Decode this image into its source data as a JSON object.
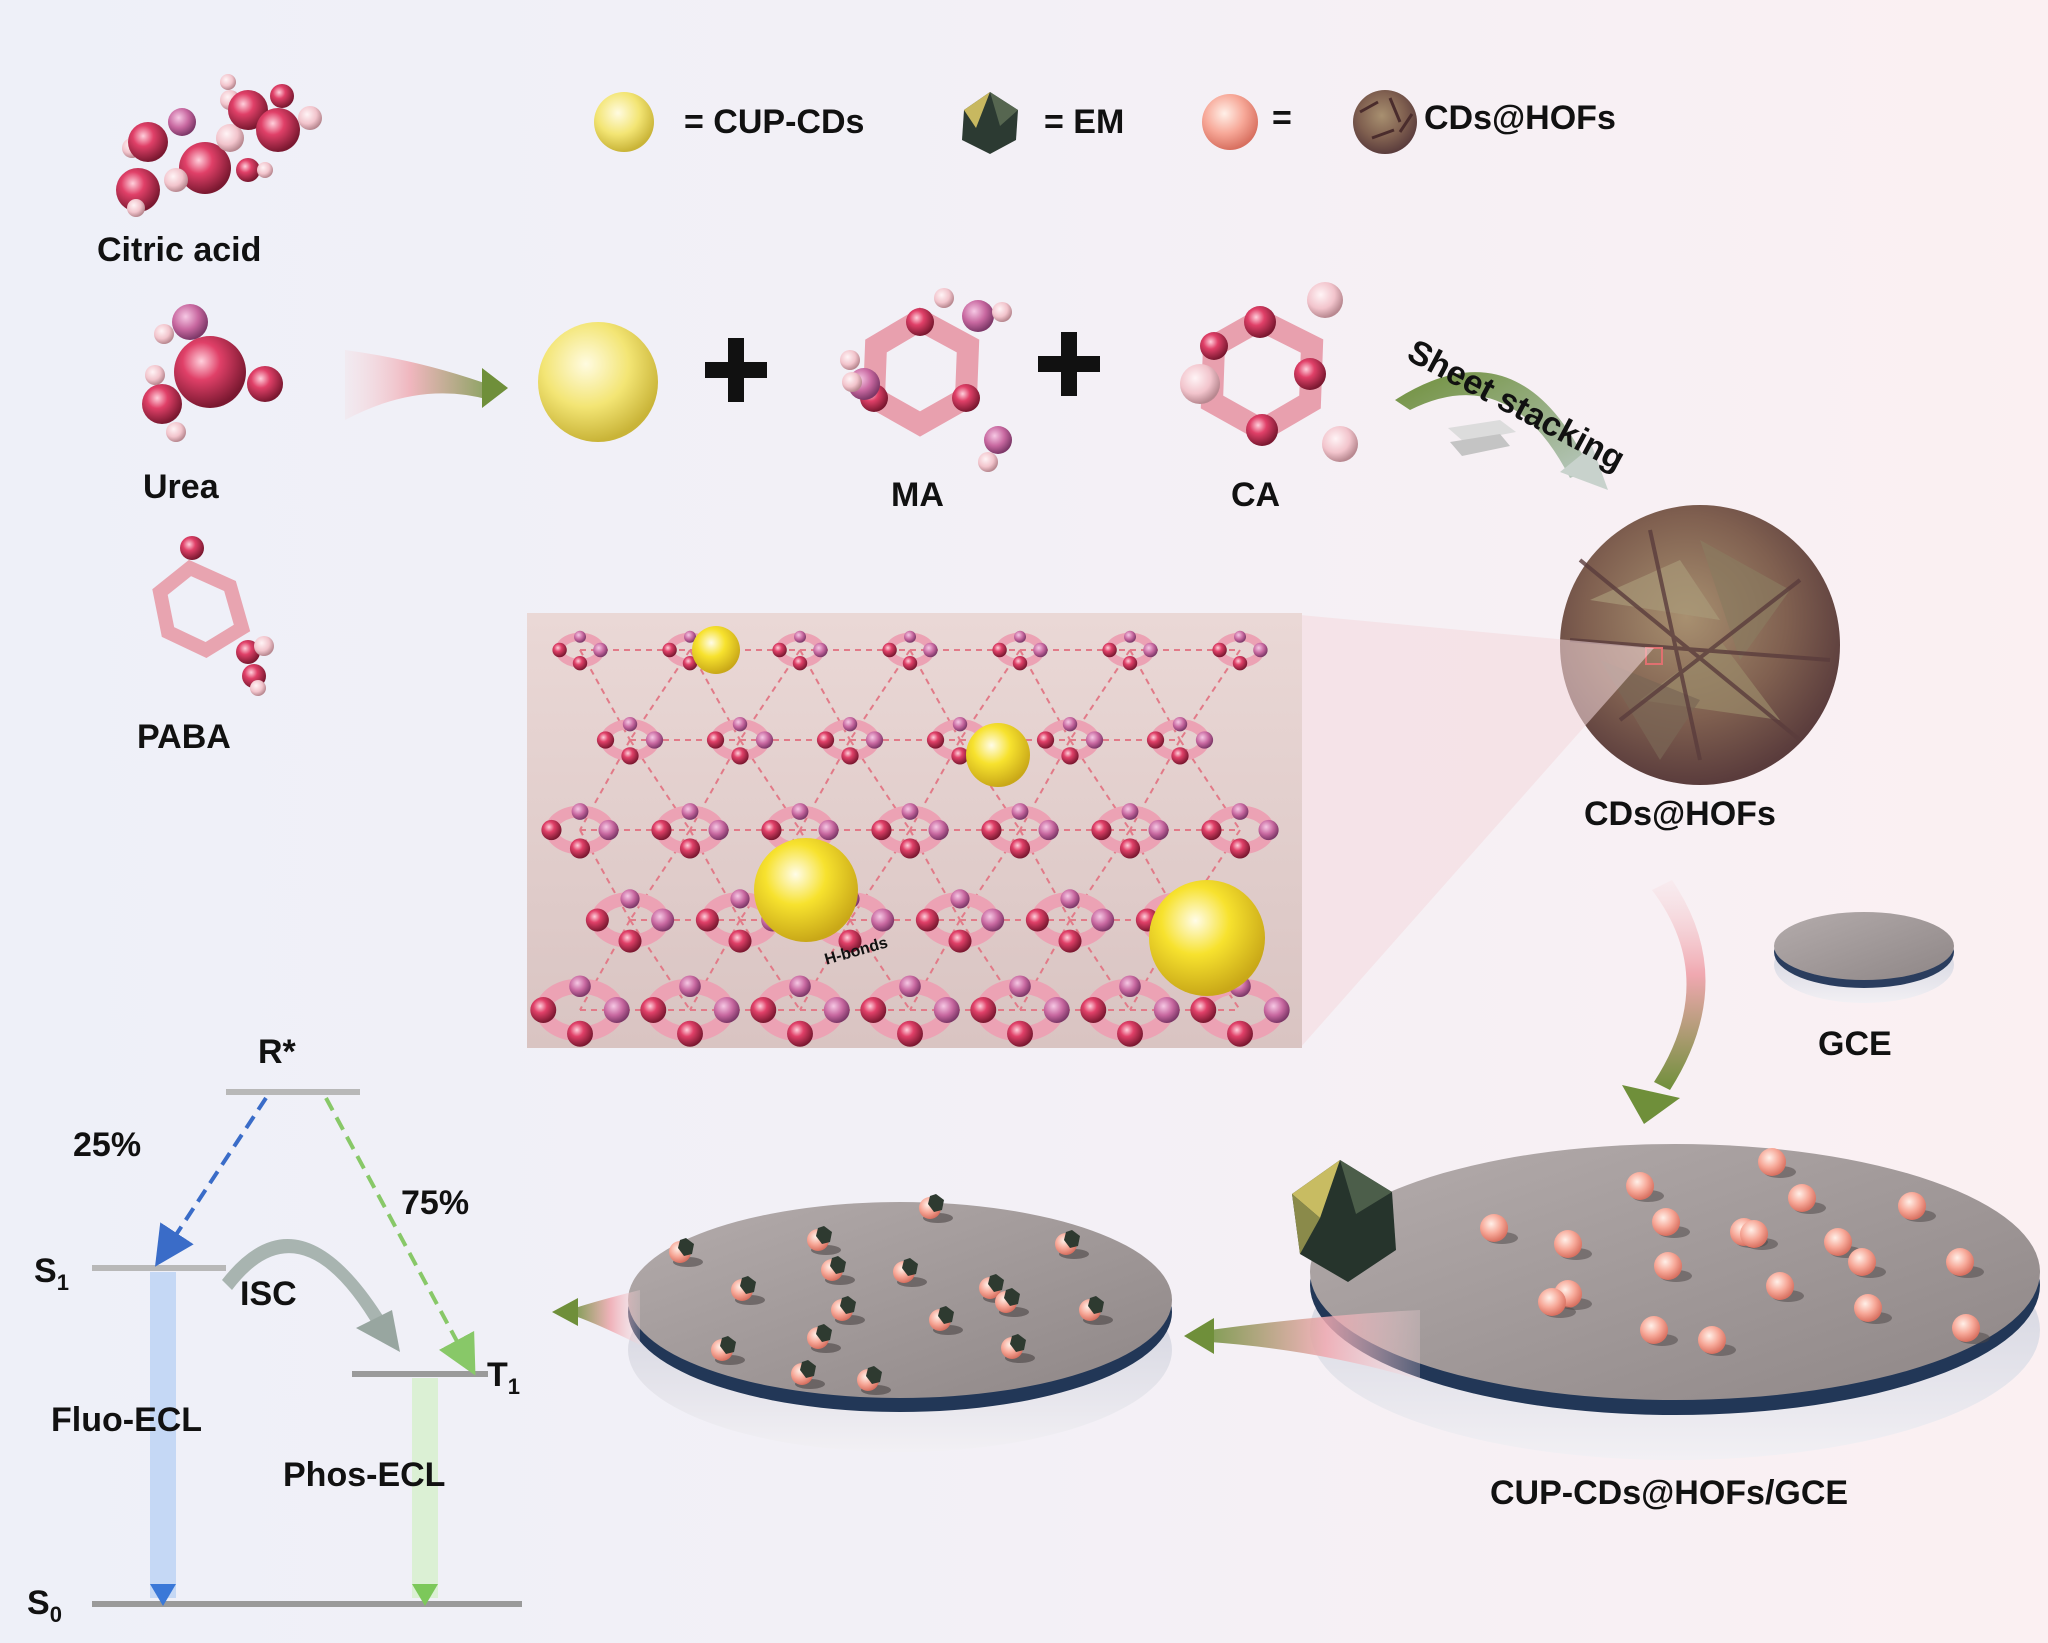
{
  "legend": {
    "cd_label": "= CUP-CDs",
    "em_label": "= EM",
    "eq": "=",
    "hof_label": "CDs@HOFs"
  },
  "precursors": {
    "citric_acid": "Citric acid",
    "urea": "Urea",
    "paba": "PABA"
  },
  "reactants": {
    "ma": "MA",
    "ca": "CA",
    "sheet_stacking": "Sheet stacking"
  },
  "zoom": {
    "hbond_label": "H-bonds"
  },
  "product": {
    "cds_hofs": "CDs@HOFs",
    "gce": "GCE",
    "modified_electrode": "CUP-CDs@HOFs/GCE"
  },
  "energy": {
    "r_star": "R*",
    "s1": "S",
    "s1_sub": "1",
    "s0": "S",
    "s0_sub": "0",
    "t1": "T",
    "t1_sub": "1",
    "pct_25": "25%",
    "pct_75": "75%",
    "isc": "ISC",
    "fluo": "Fluo-ECL",
    "phos": "Phos-ECL"
  },
  "colors": {
    "cd_yellow": "#f2e04a",
    "pink_ring": "#f0a8b8",
    "red_atom": "#d12d55",
    "arrow_green": "#6f8f3a",
    "blue_arrow": "#3a78d8",
    "green_arrow": "#9bd87a",
    "electrode_top": "#a39a9a",
    "electrode_rim": "#233a5c"
  }
}
